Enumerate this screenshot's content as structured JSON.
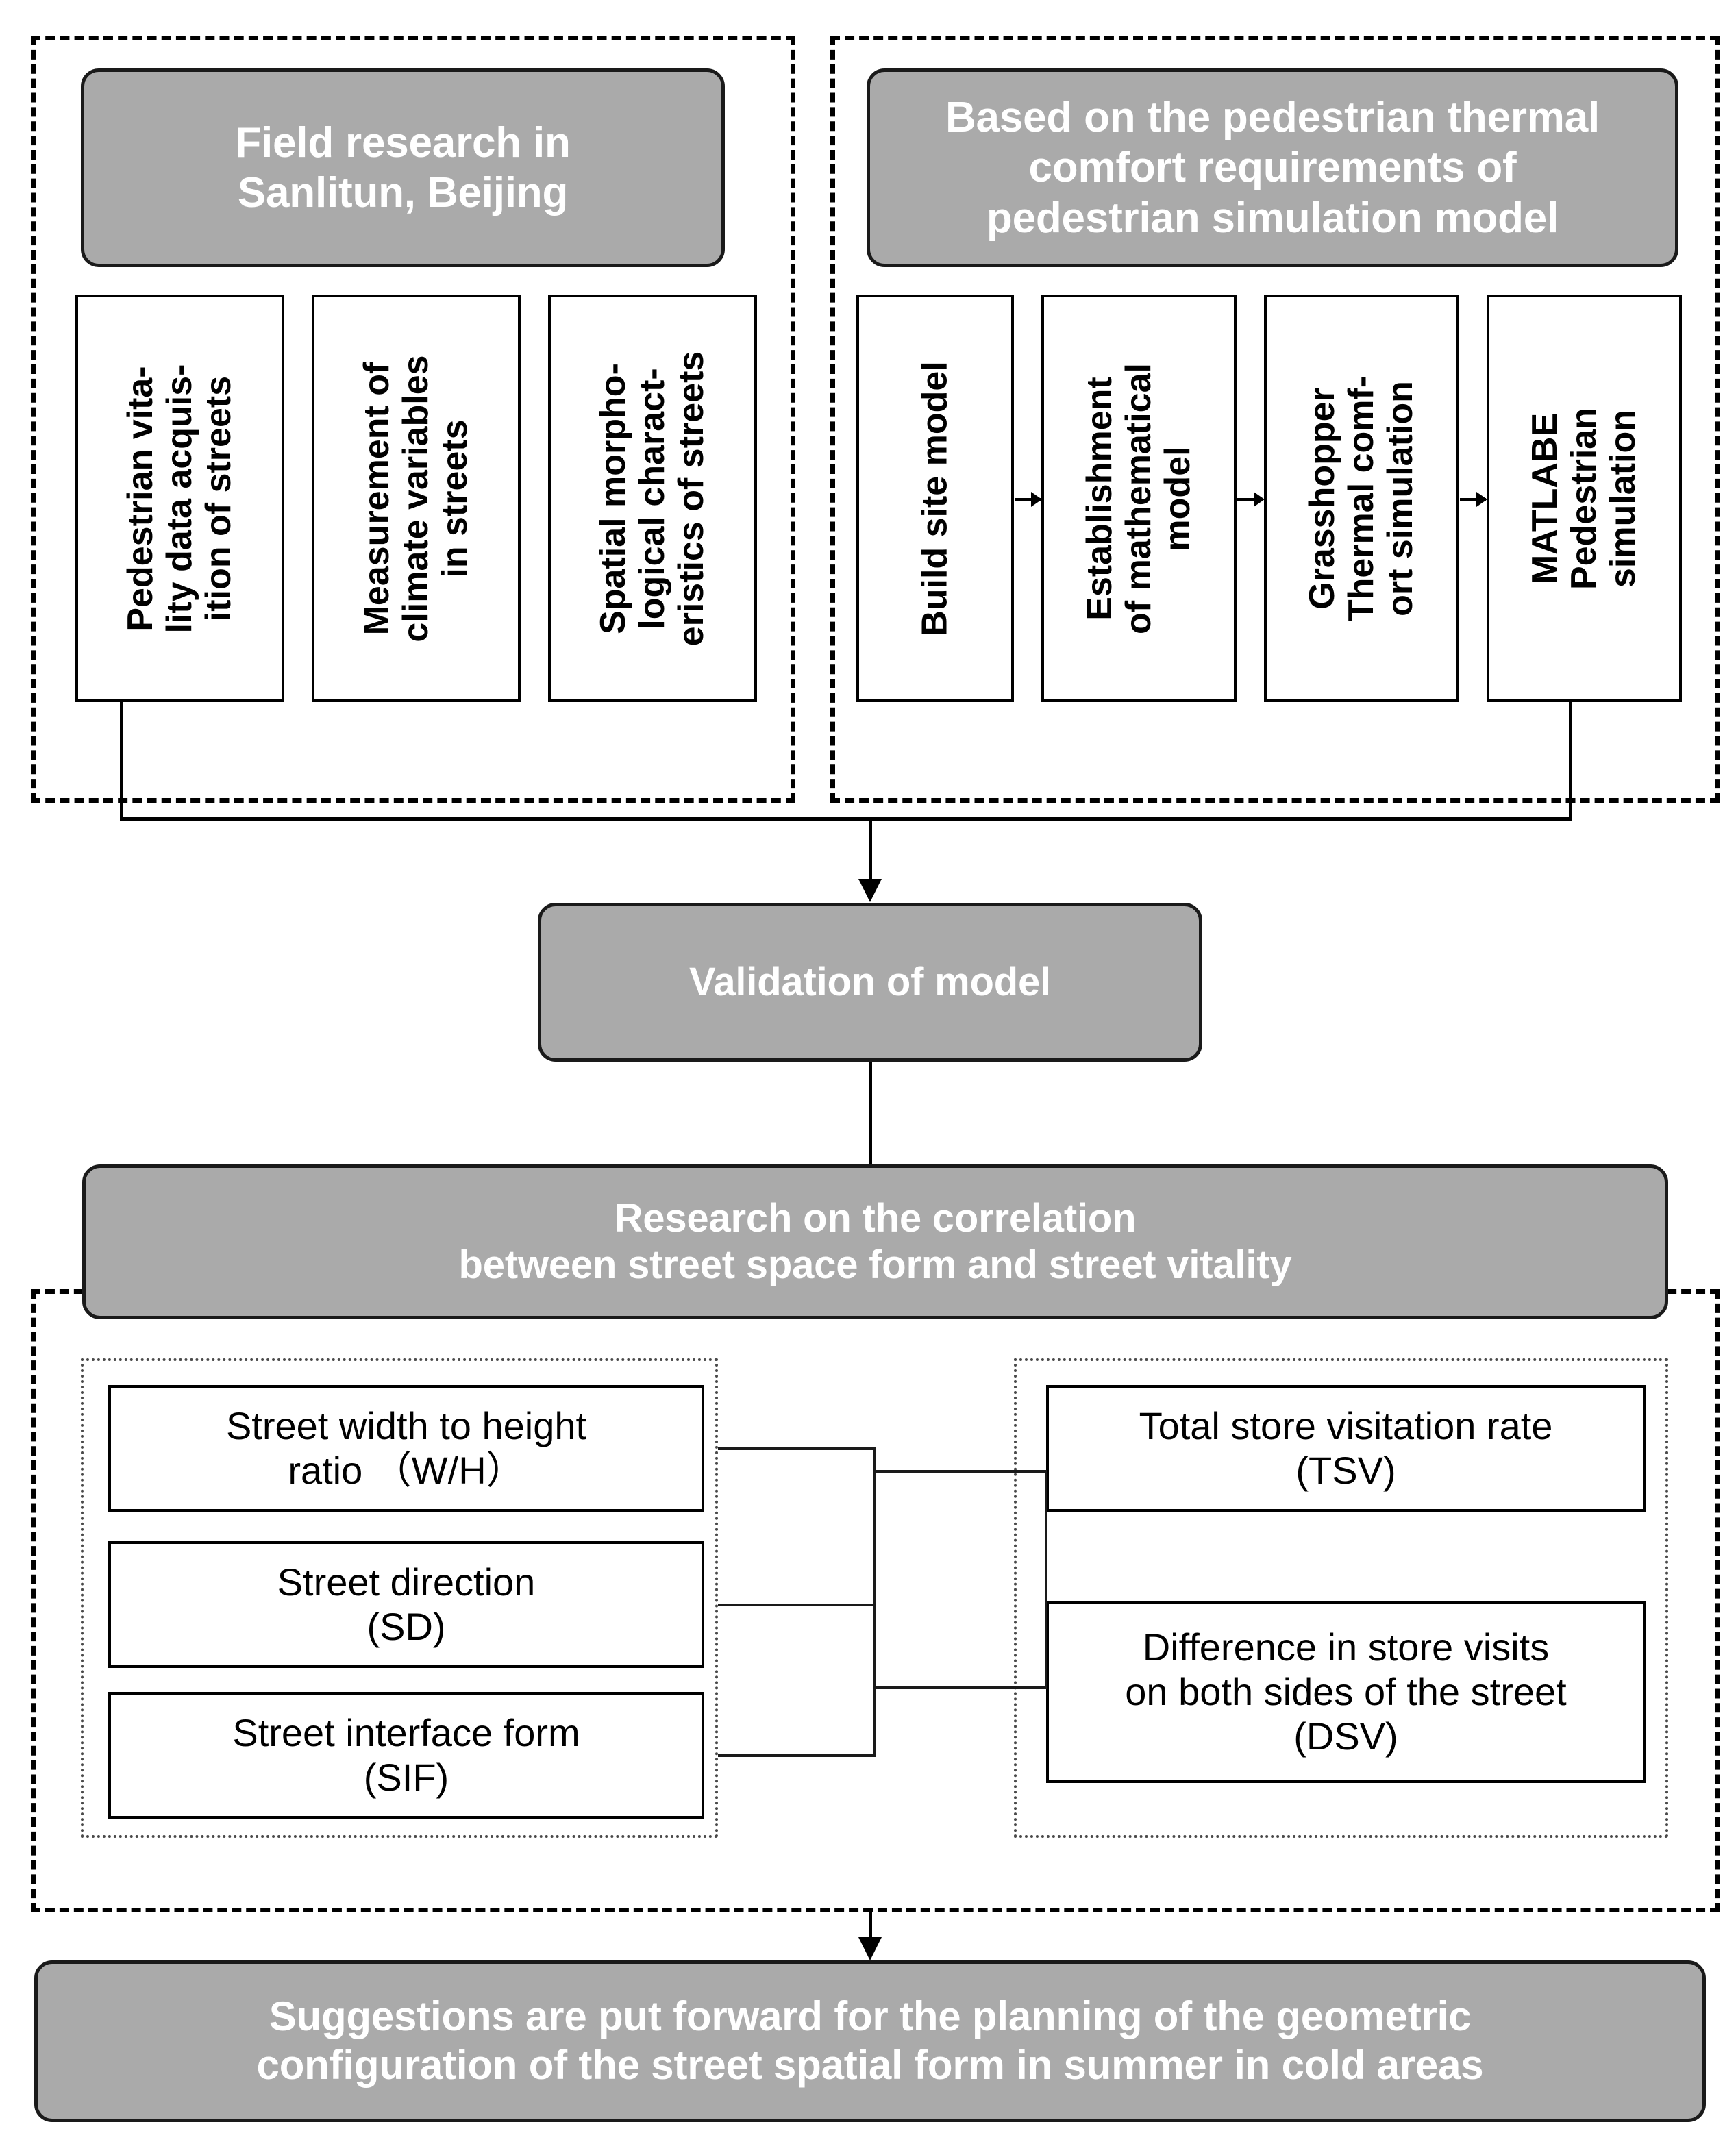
{
  "diagram": {
    "title": "Research framework flowchart",
    "colors": {
      "banner_fill": "#aaaaaa",
      "banner_text": "#ffffff",
      "box_fill": "#ffffff",
      "stroke": "#000000"
    }
  },
  "field_group": {
    "banner": "Field research in\nSanlitun, Beijing",
    "items": [
      {
        "label": "Pedestrian vita-\nlity data acquis-\nition of streets"
      },
      {
        "label": "Measurement of\nclimate variables\nin streets"
      },
      {
        "label": "Spatial morpho-\nlogical charact-\neristics of streets"
      }
    ]
  },
  "simulation_group": {
    "banner": "Based on the pedestrian thermal\ncomfort requirements of\npedestrian simulation model",
    "items": [
      {
        "label": "Build site model"
      },
      {
        "label": "Establishment\nof mathematical\nmodel"
      },
      {
        "label": "Grasshopper\nThermal comf-\nort simulation"
      },
      {
        "label": "MATLABE\nPedestrian\nsimulation"
      }
    ]
  },
  "validation": {
    "banner": "Validation of model"
  },
  "correlation_group": {
    "banner": "Research on the correlation\nbetween street space form and street vitality",
    "independent_variables": [
      {
        "label": "Street width to height\nratio （W/H）"
      },
      {
        "label": "Street direction\n(SD)"
      },
      {
        "label": "Street interface form\n(SIF)"
      }
    ],
    "dependent_variables": [
      {
        "label": "Total store visitation rate\n(TSV)"
      },
      {
        "label": "Difference in store visits\non both sides of the street\n(DSV)"
      }
    ]
  },
  "conclusion": {
    "banner": "Suggestions are put forward for the planning of the geometric\nconfiguration of the street spatial form in summer in cold areas"
  }
}
